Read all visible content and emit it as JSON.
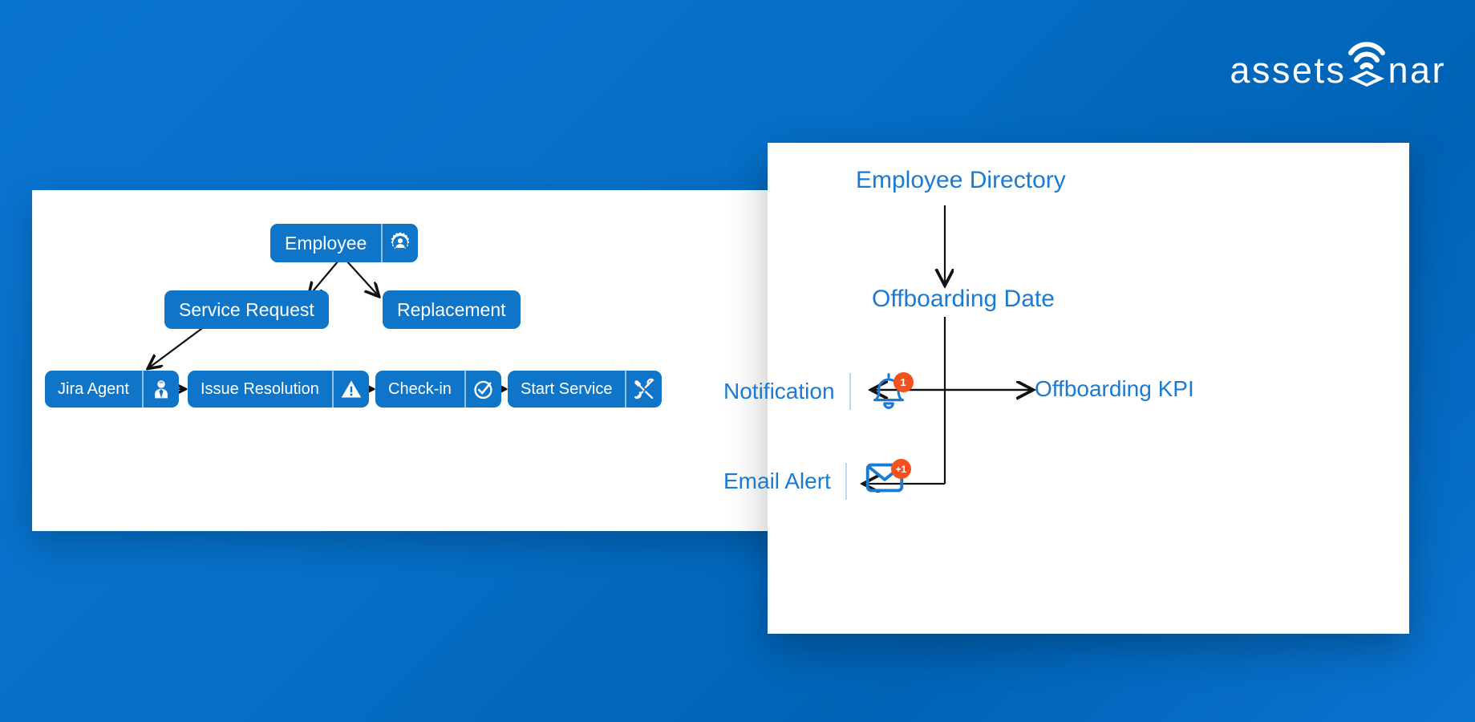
{
  "brand": {
    "name_part1": "assets",
    "name_part2": "nar",
    "logo_icon": "sonar-wave-cube-icon",
    "background_color": "#0670c8",
    "logo_color": "#ffffff"
  },
  "theme": {
    "card_background": "#ffffff",
    "pill_blue": "#0f75c9",
    "text_blue": "#1a7ad4",
    "badge_orange": "#f4511e",
    "arrow_black": "#111111"
  },
  "left_card": {
    "name": "employee-service-request-flow",
    "nodes": [
      {
        "id": "employee",
        "label": "Employee",
        "icon": "user-gear-icon"
      },
      {
        "id": "service-request",
        "label": "Service Request",
        "icon": null
      },
      {
        "id": "replacement",
        "label": "Replacement",
        "icon": null
      },
      {
        "id": "jira-agent",
        "label": "Jira Agent",
        "icon": "business-person-icon"
      },
      {
        "id": "issue-resolution",
        "label": "Issue Resolution",
        "icon": "warning-triangle-icon"
      },
      {
        "id": "check-in",
        "label": "Check-in",
        "icon": "check-circle-icon"
      },
      {
        "id": "start-service",
        "label": "Start Service",
        "icon": "wrench-screwdriver-icon"
      }
    ],
    "edges": [
      {
        "from": "employee",
        "to": "service-request",
        "style": "diagonal-arrow"
      },
      {
        "from": "employee",
        "to": "replacement",
        "style": "diagonal-arrow"
      },
      {
        "from": "service-request",
        "to": "jira-agent",
        "style": "diagonal-arrow"
      },
      {
        "from": "jira-agent",
        "to": "issue-resolution",
        "style": "straight-arrow"
      },
      {
        "from": "issue-resolution",
        "to": "check-in",
        "style": "straight-arrow"
      },
      {
        "from": "check-in",
        "to": "start-service",
        "style": "straight-arrow"
      }
    ]
  },
  "right_card": {
    "name": "offboarding-notification-flow",
    "nodes": [
      {
        "id": "employee-directory",
        "label": "Employee Directory"
      },
      {
        "id": "offboarding-date",
        "label": "Offboarding Date"
      },
      {
        "id": "offboarding-kpi",
        "label": "Offboarding KPI"
      }
    ],
    "channels": [
      {
        "id": "notification",
        "label": "Notification",
        "icon": "bell-icon",
        "badge": "1"
      },
      {
        "id": "email-alert",
        "label": "Email Alert",
        "icon": "envelope-icon",
        "badge": "+1"
      }
    ],
    "edges": [
      {
        "from": "employee-directory",
        "to": "offboarding-date",
        "style": "down-arrow"
      },
      {
        "from": "offboarding-date",
        "to": "offboarding-kpi",
        "style": "right-arrow"
      },
      {
        "from": "offboarding-date",
        "to": "notification",
        "style": "left-arrow"
      },
      {
        "from": "offboarding-date",
        "to": "email-alert",
        "style": "elbow-left-arrow"
      }
    ]
  }
}
